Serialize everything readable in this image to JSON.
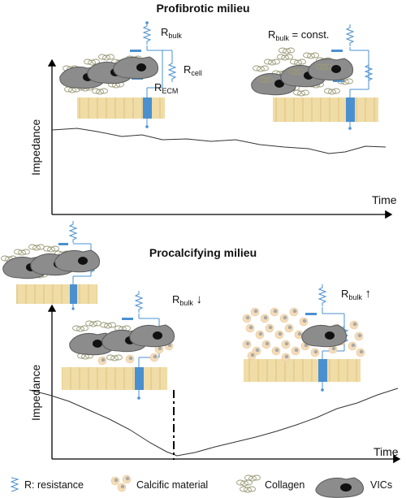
{
  "panel_top": {
    "title": "Profibrotic milieu",
    "y_axis_label": "Impedance",
    "x_axis_label": "Time",
    "r_bulk_base": "R",
    "r_bulk_sub": "bulk",
    "r_cell_base": "R",
    "r_cell_sub": "cell",
    "r_ecm_base": "R",
    "r_ecm_sub": "ECM",
    "r_bulk_const_suffix": "= const."
  },
  "panel_bottom": {
    "title": "Procalcifying milieu",
    "y_axis_label": "Impedance",
    "x_axis_label": "Time",
    "r_bulk_base": "R",
    "r_bulk_sub": "bulk",
    "arrow_down": "↓",
    "arrow_up": "↑"
  },
  "legend": {
    "resistance": "R: resistance",
    "calcific": "Calcific material",
    "collagen": "Collagen",
    "vics": "VICs"
  },
  "colors": {
    "substrate": "#f0dca6",
    "substrate_line": "#d9bf7a",
    "electrode": "#4a90d0",
    "circuit": "#4a90d0",
    "cell": "#8c8c8c",
    "nucleus": "#111111",
    "calcific": "#f5dcb8",
    "collagen": "#b9b99a"
  }
}
